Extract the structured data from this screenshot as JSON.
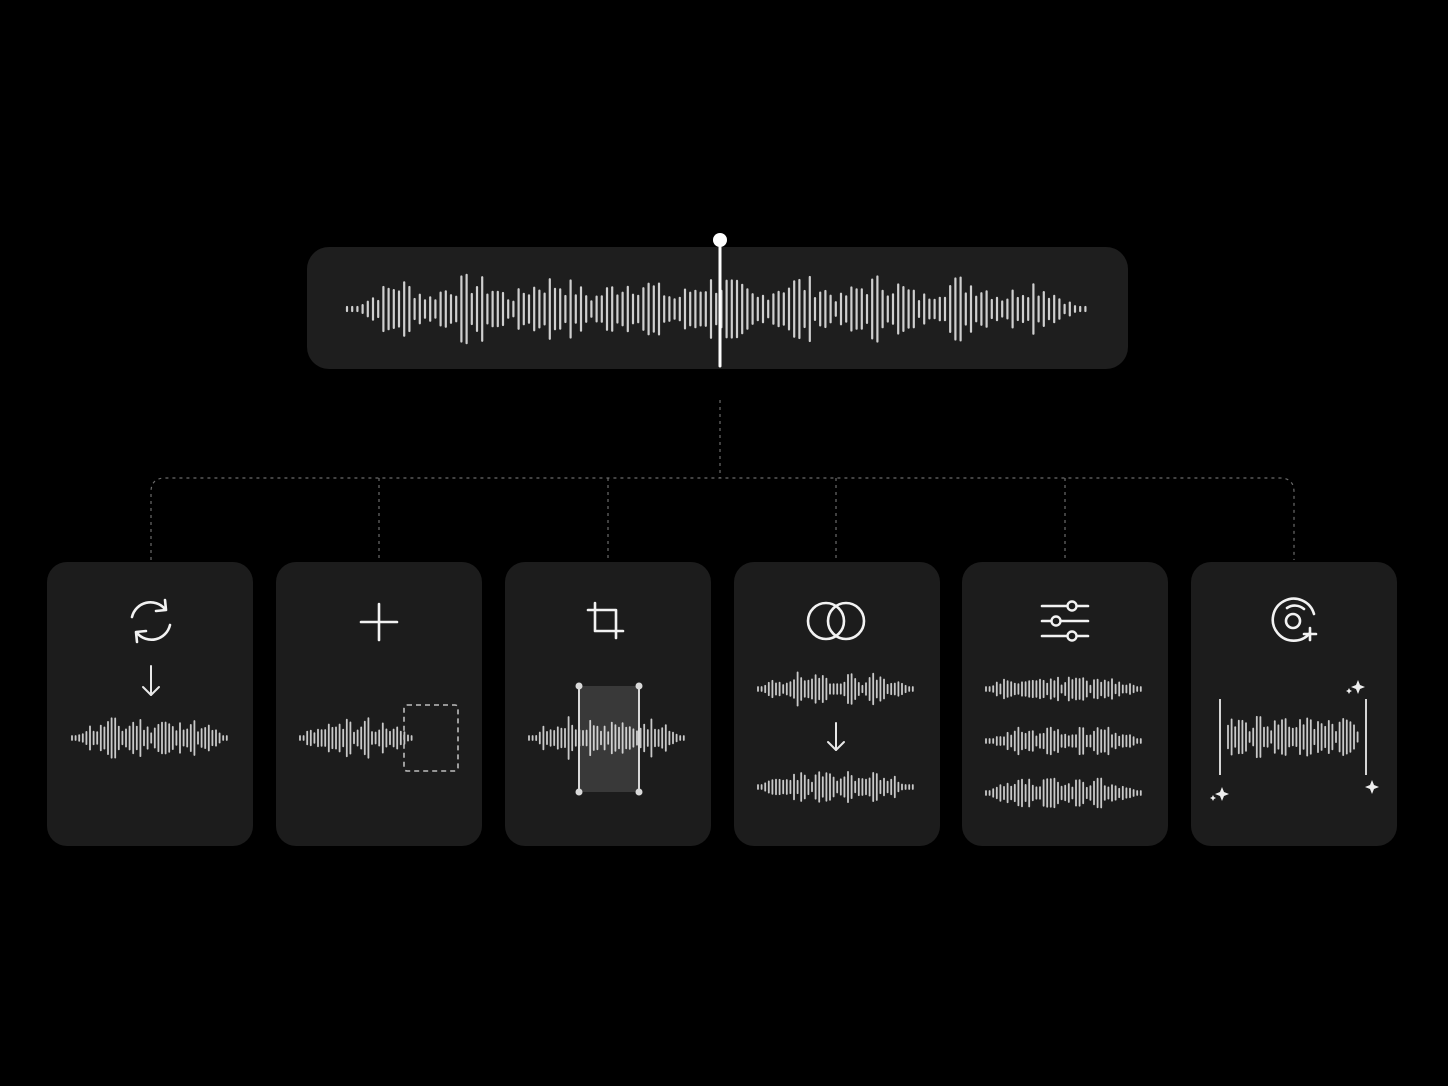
{
  "diagram": {
    "source_track": {
      "icon": "waveform-with-playhead"
    },
    "operations": [
      {
        "id": "convert",
        "icon": "refresh-icon",
        "visual": "waveform-transform"
      },
      {
        "id": "extend",
        "icon": "plus-icon",
        "visual": "waveform-extension"
      },
      {
        "id": "crop",
        "icon": "crop-icon",
        "visual": "waveform-selection"
      },
      {
        "id": "merge",
        "icon": "overlap-circles-icon",
        "visual": "waveform-merge"
      },
      {
        "id": "adjust",
        "icon": "sliders-icon",
        "visual": "waveform-stems"
      },
      {
        "id": "enhance",
        "icon": "disc-plus-icon",
        "visual": "waveform-sparkle"
      }
    ]
  },
  "colors": {
    "background": "#000000",
    "panel": "#1c1c1c",
    "wave": "#cfcfcf",
    "connector": "#6a6a6a",
    "icon": "#f2f2f2"
  }
}
